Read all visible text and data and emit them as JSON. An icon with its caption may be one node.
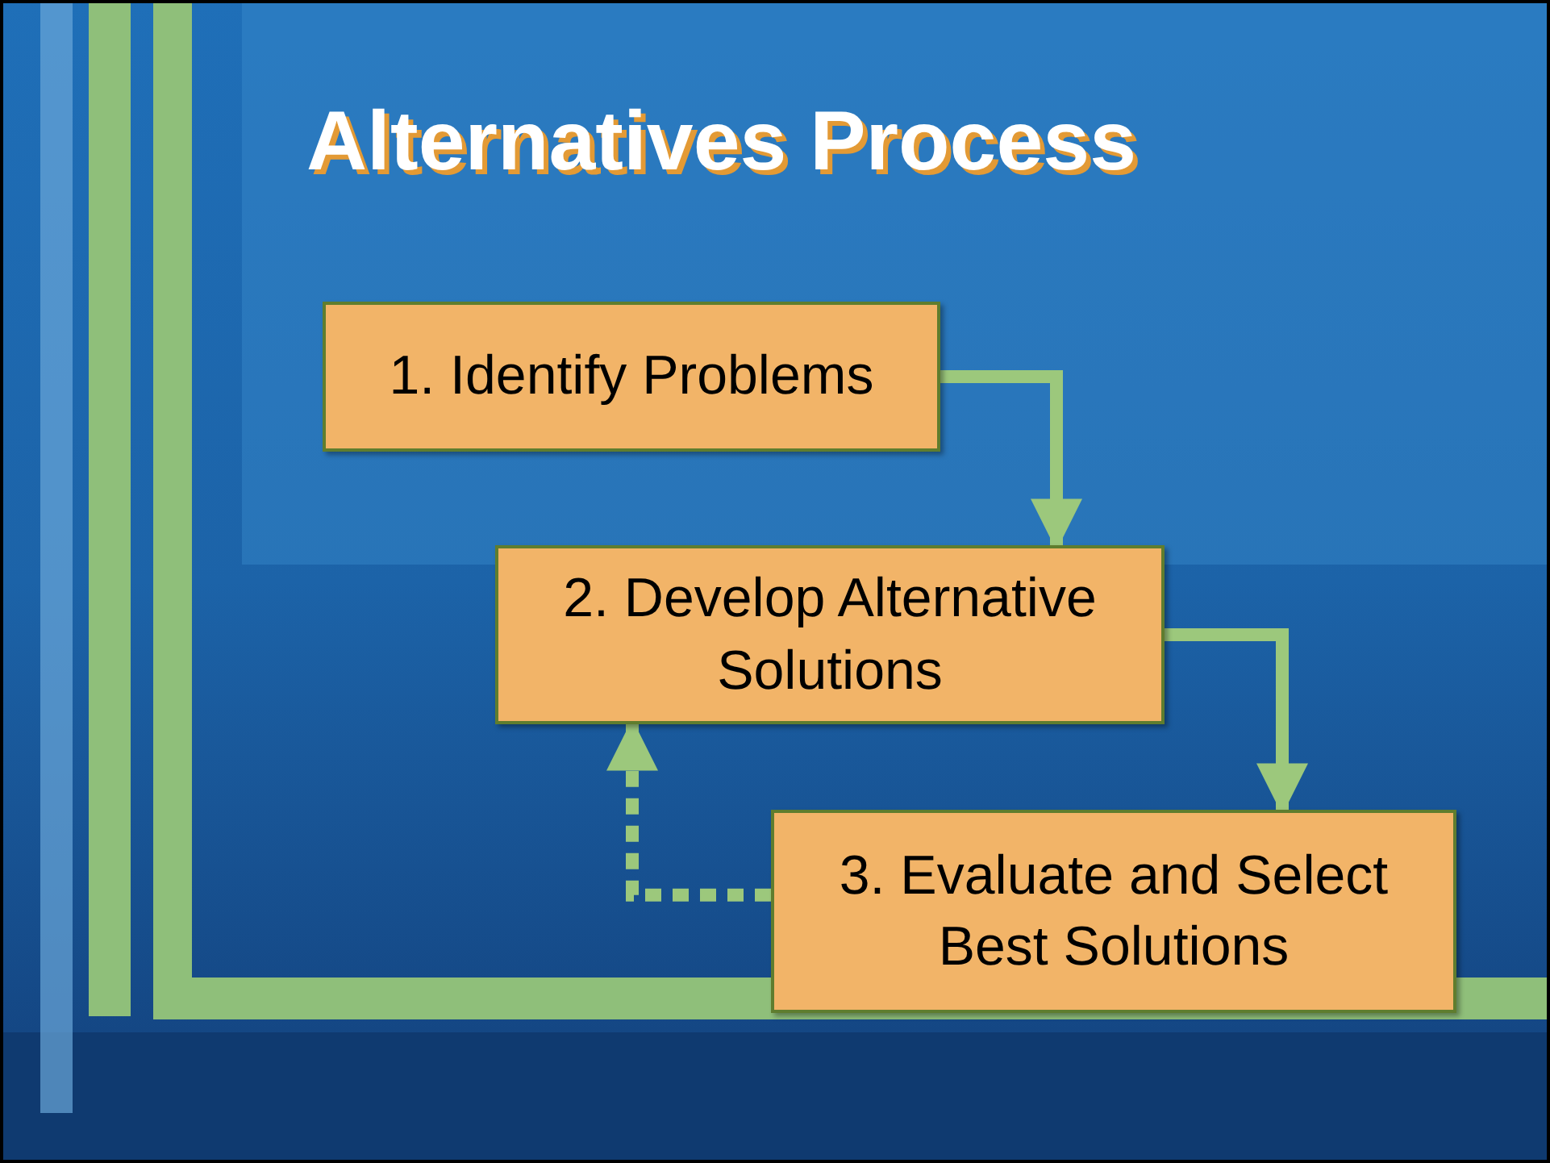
{
  "diagram": {
    "title": "Alternatives Process",
    "nodes": [
      {
        "text": [
          "1. Identify Problems"
        ]
      },
      {
        "text": [
          "2. Develop Alternative Solutions"
        ]
      },
      {
        "text": [
          "3. Evaluate and Select Best Solutions"
        ]
      }
    ],
    "edges": [
      {
        "from": 0,
        "to": 1,
        "arrow": "to"
      },
      {
        "from": 1,
        "to": 2,
        "arrow": "to"
      },
      {
        "from": 2,
        "to": 1,
        "arrow": "to",
        "style": "dashed"
      }
    ]
  }
}
